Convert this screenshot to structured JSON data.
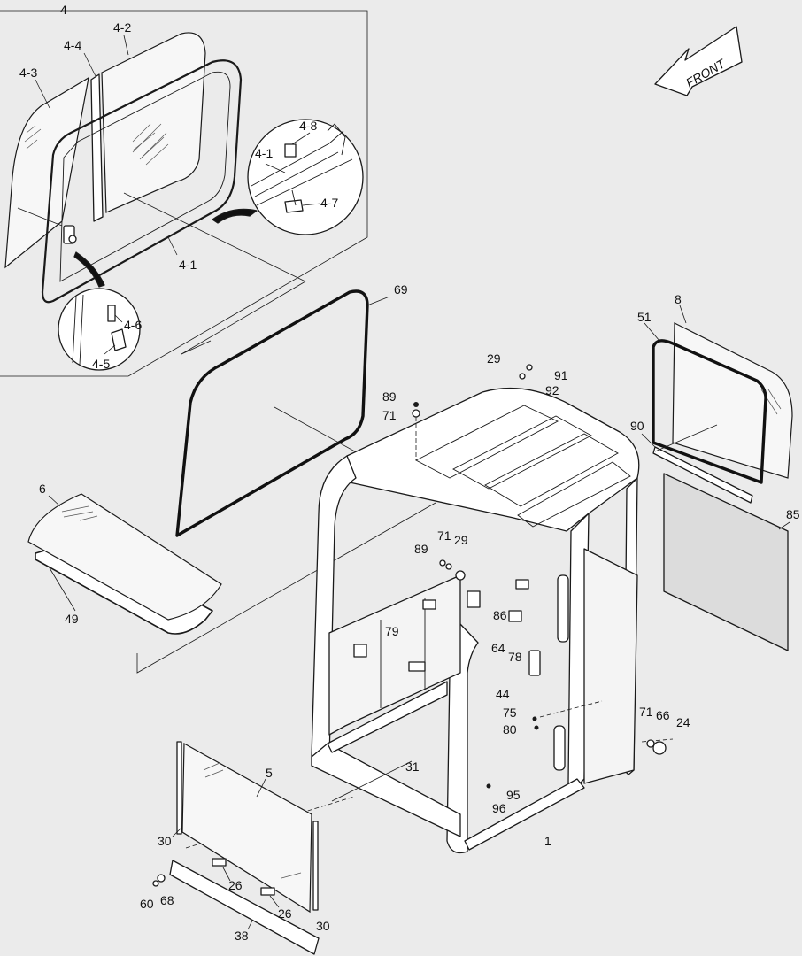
{
  "direction_arrow": {
    "label": "FRONT"
  },
  "callouts": {
    "c4": "4",
    "c4_1a": "4-1",
    "c4_1b": "4-1",
    "c4_2": "4-2",
    "c4_3": "4-3",
    "c4_4": "4-4",
    "c4_5": "4-5",
    "c4_6": "4-6",
    "c4_7": "4-7",
    "c4_8": "4-8",
    "c1": "1",
    "c5": "5",
    "c6": "6",
    "c8": "8",
    "c24": "24",
    "c26a": "26",
    "c26b": "26",
    "c29a": "29",
    "c29b": "29",
    "c30a": "30",
    "c30b": "30",
    "c31": "31",
    "c38": "38",
    "c44": "44",
    "c49": "49",
    "c51": "51",
    "c60": "60",
    "c64": "64",
    "c66": "66",
    "c68": "68",
    "c69": "69",
    "c71a": "71",
    "c71b": "71",
    "c71c": "71",
    "c75": "75",
    "c78": "78",
    "c79": "79",
    "c80": "80",
    "c85": "85",
    "c86": "86",
    "c89a": "89",
    "c89b": "89",
    "c90": "90",
    "c91": "91",
    "c92": "92",
    "c95": "95",
    "c96": "96"
  }
}
